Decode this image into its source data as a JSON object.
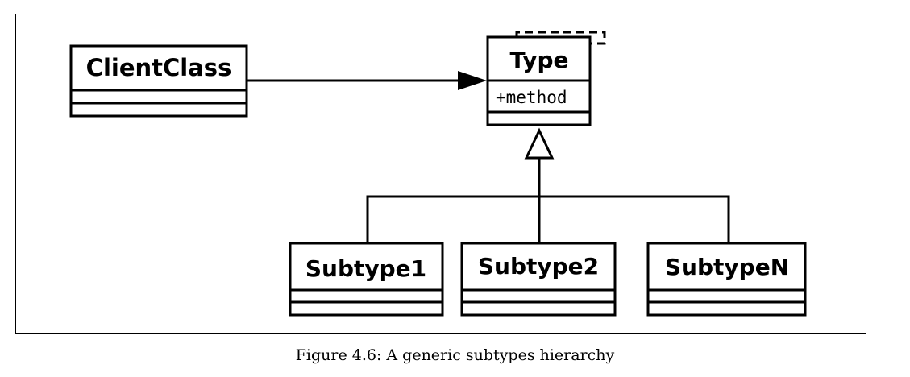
{
  "diagram": {
    "classes": {
      "client": {
        "name": "ClientClass"
      },
      "type": {
        "name": "Type",
        "members": [
          "+method"
        ]
      },
      "subtype1": {
        "name": "Subtype1"
      },
      "subtype2": {
        "name": "Subtype2"
      },
      "subtypeN": {
        "name": "SubtypeN"
      }
    },
    "relations": [
      {
        "from": "ClientClass",
        "to": "Type",
        "kind": "association"
      },
      {
        "from": "Subtype1",
        "to": "Type",
        "kind": "generalization"
      },
      {
        "from": "Subtype2",
        "to": "Type",
        "kind": "generalization"
      },
      {
        "from": "SubtypeN",
        "to": "Type",
        "kind": "generalization"
      }
    ]
  },
  "caption": "Figure 4.6: A generic subtypes hierarchy"
}
